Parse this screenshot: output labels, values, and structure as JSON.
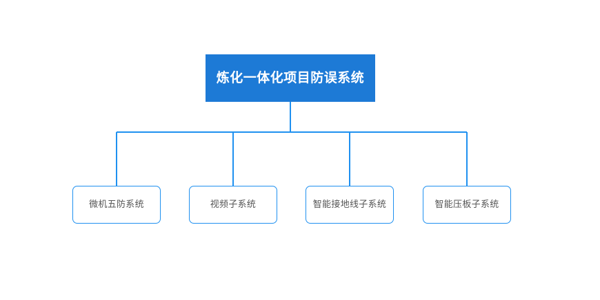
{
  "diagram": {
    "type": "organization-tree",
    "background_color": "#ffffff",
    "root": {
      "label": "炼化一体化项目防误系统",
      "fill_color": "#1d7ad6",
      "text_color": "#ffffff"
    },
    "children": [
      {
        "label": "微机五防系统"
      },
      {
        "label": "视频子系统"
      },
      {
        "label": "智能接地线子系统"
      },
      {
        "label": "智能压板子系统"
      }
    ],
    "child_style": {
      "border_color": "#1e90f0",
      "fill_color": "#ffffff",
      "text_color": "#555555"
    },
    "connector_color": "#1e90f0"
  }
}
